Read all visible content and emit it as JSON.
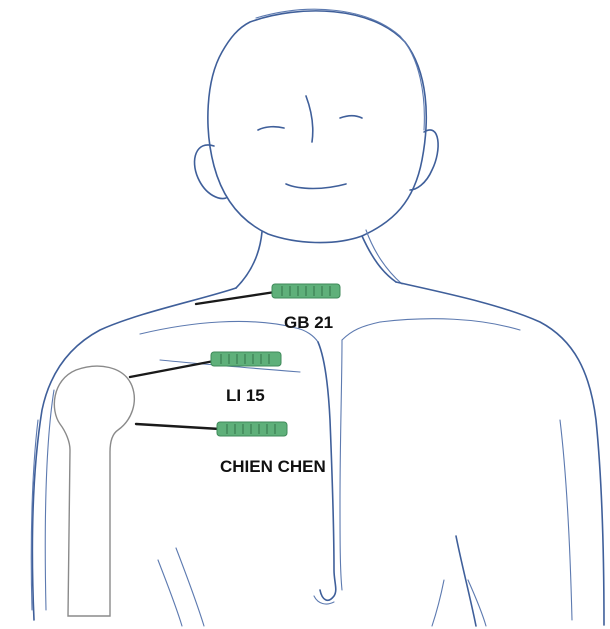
{
  "points": [
    {
      "id": "gb21",
      "label": "GB 21"
    },
    {
      "id": "li15",
      "label": "LI 15"
    },
    {
      "id": "chien-chen",
      "label": "CHIEN CHEN"
    }
  ],
  "colors": {
    "sketch": "#3f5f9a",
    "needle": "#5fb07a",
    "leader": "#1a1a1a",
    "bone_outline": "#8a8a8a"
  }
}
